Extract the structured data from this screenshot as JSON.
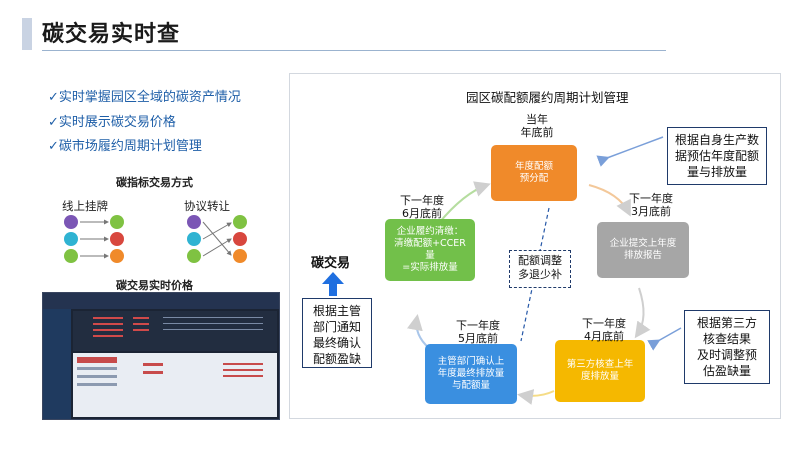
{
  "header": {
    "title": "碳交易实时查"
  },
  "bullets": [
    "✓实时掌握园区全域的碳资产情况",
    "✓实时展示碳交易价格",
    "✓碳市场履约周期计划管理"
  ],
  "methods": {
    "title": "碳指标交易方式",
    "online": "线上挂牌",
    "agreement": "协议转让"
  },
  "price": {
    "title": "碳交易实时价格"
  },
  "diagram": {
    "title": "园区碳配额履约周期计划管理",
    "steps": {
      "allocation": "年度配额\n预分配",
      "report": "企业提交上年度\n排放报告",
      "verify": "第三方核查上年\n度排放量",
      "confirm": "主管部门确认上\n年度最终排放量\n与配额量",
      "settle": "企业履约清缴：\n清缴配额+CCER\n量\n=实际排放量"
    },
    "times": {
      "t1": "当年\n年底前",
      "t2": "下一年度\n3月底前",
      "t3": "下一年度\n4月底前",
      "t4": "下一年度\n5月底前",
      "t5": "下一年度\n6月底前"
    },
    "center_note": "配额调整\n多退少补",
    "notes": {
      "n1": "根据自身生产数\n据预估年度配额\n量与排放量",
      "n2": "根据第三方\n核查结果\n及时调整预\n估盈缺量",
      "n3": "根据主管\n部门通知\n最终确认\n配额盈缺"
    },
    "carbon_trade": "碳交易"
  },
  "colors": {
    "orange": "#f08a2a",
    "gray": "#a6a6a6",
    "yellow": "#f5b800",
    "blue": "#3a8fe0",
    "green": "#72c04a",
    "arrow_blue": "#1f6fe0"
  }
}
